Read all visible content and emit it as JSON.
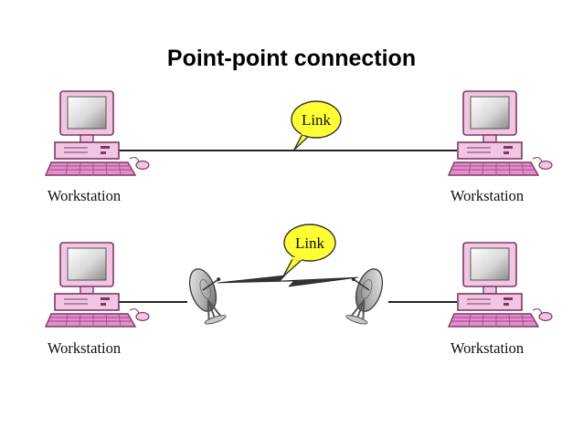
{
  "title": "Point-point  connection",
  "top_row": {
    "left_label": "Workstation",
    "right_label": "Workstation",
    "link_label": "Link"
  },
  "bottom_row": {
    "left_label": "Workstation",
    "right_label": "Workstation",
    "link_label": "Link"
  },
  "colors": {
    "case": "#f2c6e2",
    "case_edge": "#7a3a66",
    "keyboard": "#e48ccc",
    "screen": "#c4c4c4",
    "bubble_fill": "#ffff33",
    "bubble_stroke": "#333333",
    "line": "#222222",
    "dish": "#b8b8b8"
  },
  "icons": [
    "workstation-icon",
    "satellite-dish-icon",
    "speech-bubble-icon",
    "lightning-link-icon"
  ]
}
